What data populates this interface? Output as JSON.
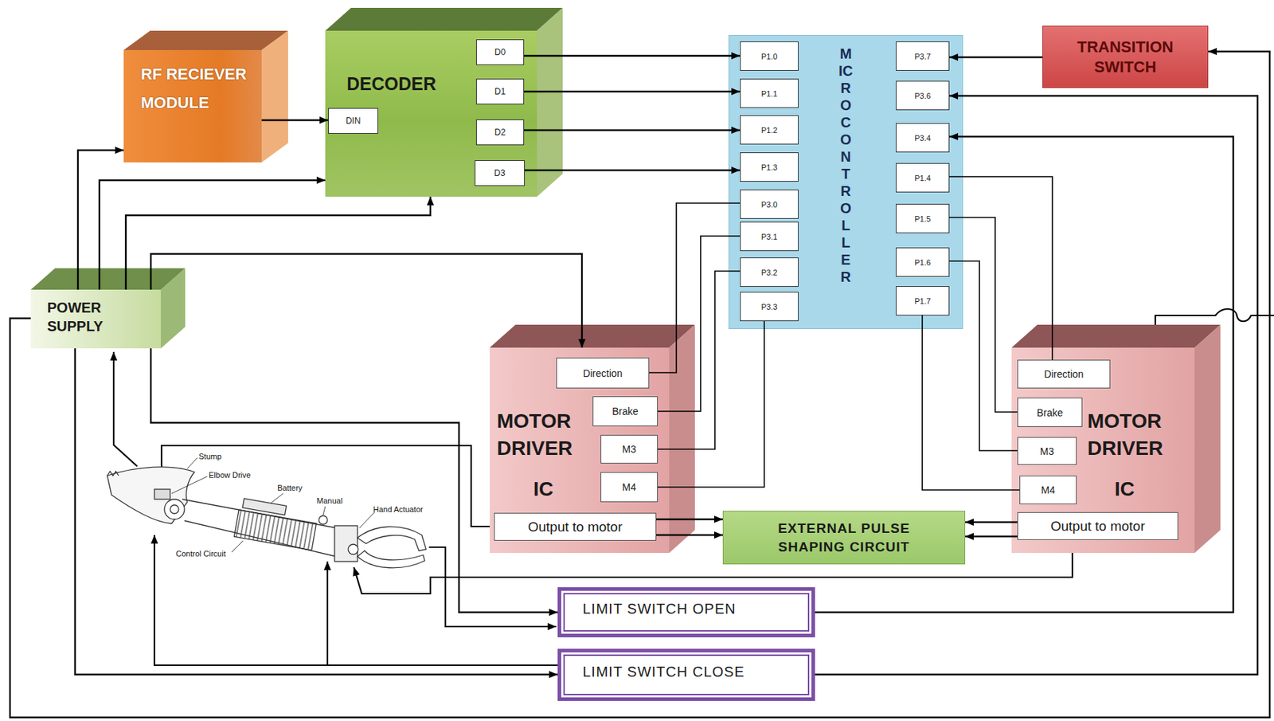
{
  "diagram": {
    "nodes": [
      {
        "text": [
          "RF RECIEVER MODULE"
        ]
      },
      {
        "text": [
          "DECODER"
        ]
      },
      {
        "text": [
          "DIN"
        ],
        "in": 1
      },
      {
        "text": [
          "D0"
        ],
        "in": 1
      },
      {
        "text": [
          "D1"
        ],
        "in": 1
      },
      {
        "text": [
          "D2"
        ],
        "in": 1
      },
      {
        "text": [
          "D3"
        ],
        "in": 1
      },
      {
        "text": [
          "MICROCONTROLLER"
        ]
      },
      {
        "text": [
          "P1.0"
        ],
        "in": 7
      },
      {
        "text": [
          "P1.1"
        ],
        "in": 7
      },
      {
        "text": [
          "P1.2"
        ],
        "in": 7
      },
      {
        "text": [
          "P1.3"
        ],
        "in": 7
      },
      {
        "text": [
          "P3.0"
        ],
        "in": 7
      },
      {
        "text": [
          "P3.1"
        ],
        "in": 7
      },
      {
        "text": [
          "P3.2"
        ],
        "in": 7
      },
      {
        "text": [
          "P3.3"
        ],
        "in": 7
      },
      {
        "text": [
          "P3.7"
        ],
        "in": 7
      },
      {
        "text": [
          "P3.6"
        ],
        "in": 7
      },
      {
        "text": [
          "P3.4"
        ],
        "in": 7
      },
      {
        "text": [
          "P1.4"
        ],
        "in": 7
      },
      {
        "text": [
          "P1.5"
        ],
        "in": 7
      },
      {
        "text": [
          "P1.6"
        ],
        "in": 7
      },
      {
        "text": [
          "P1.7"
        ],
        "in": 7
      },
      {
        "text": [
          "TRANSITION SWITCH"
        ]
      },
      {
        "text": [
          "POWER SUPPLY"
        ]
      },
      {
        "text": [
          "MOTOR DRIVER",
          "IC"
        ]
      },
      {
        "text": [
          "Direction"
        ],
        "in": 25
      },
      {
        "text": [
          "Brake"
        ],
        "in": 25
      },
      {
        "text": [
          "M3"
        ],
        "in": 25
      },
      {
        "text": [
          "M4"
        ],
        "in": 25
      },
      {
        "text": [
          "Output to motor"
        ],
        "in": 25
      },
      {
        "text": [
          "MOTOR DRIVER",
          "IC"
        ]
      },
      {
        "text": [
          "Direction"
        ],
        "in": 31
      },
      {
        "text": [
          "Brake"
        ],
        "in": 31
      },
      {
        "text": [
          "M3"
        ],
        "in": 31
      },
      {
        "text": [
          "M4"
        ],
        "in": 31
      },
      {
        "text": [
          "Output to motor"
        ],
        "in": 31
      },
      {
        "text": [
          "EXTERNAL PULSE SHAPING CIRCUIT"
        ]
      },
      {
        "text": [
          "LIMIT SWITCH OPEN"
        ]
      },
      {
        "text": [
          "LIMIT SWITCH CLOSE"
        ]
      }
    ],
    "edges": [
      {
        "from": 0,
        "to": 2,
        "arrow": "to"
      },
      {
        "from": 3,
        "to": 8,
        "arrow": "to"
      },
      {
        "from": 4,
        "to": 9,
        "arrow": "to"
      },
      {
        "from": 5,
        "to": 10,
        "arrow": "to"
      },
      {
        "from": 6,
        "to": 11,
        "arrow": "to"
      },
      {
        "from": 23,
        "to": 16,
        "arrow": "to"
      },
      {
        "from": 24,
        "to": 0,
        "arrow": "to"
      },
      {
        "from": 24,
        "to": 1,
        "arrow": "to"
      },
      {
        "from": 24,
        "to": 1,
        "arrow": "to"
      },
      {
        "from": 24,
        "to": 25,
        "arrow": "to"
      },
      {
        "from": 24,
        "to": 38,
        "arrow": "to"
      },
      {
        "from": 24,
        "to": 39,
        "arrow": "to"
      },
      {
        "from": 24,
        "to": 23,
        "arrow": "to"
      },
      {
        "from": 12,
        "to": 26,
        "arrow": "none"
      },
      {
        "from": 13,
        "to": 27,
        "arrow": "none"
      },
      {
        "from": 14,
        "to": 28,
        "arrow": "none"
      },
      {
        "from": 15,
        "to": 29,
        "arrow": "none"
      },
      {
        "from": 19,
        "to": 32,
        "arrow": "none"
      },
      {
        "from": 20,
        "to": 33,
        "arrow": "none"
      },
      {
        "from": 21,
        "to": 34,
        "arrow": "none"
      },
      {
        "from": 22,
        "to": 35,
        "arrow": "none"
      },
      {
        "from": 30,
        "to": 37,
        "arrow": "to"
      },
      {
        "from": 30,
        "to": 37,
        "arrow": "to"
      },
      {
        "from": 36,
        "to": 37,
        "arrow": "to"
      },
      {
        "from": 36,
        "to": 37,
        "arrow": "to"
      },
      {
        "from": 38,
        "to": 18,
        "arrow": "to"
      },
      {
        "from": 39,
        "to": 17,
        "arrow": "to"
      }
    ],
    "labels": [
      "Stump",
      "Elbow Drive",
      "Battery",
      "Manual",
      "Hand Actuator",
      "Control Circuit"
    ]
  }
}
